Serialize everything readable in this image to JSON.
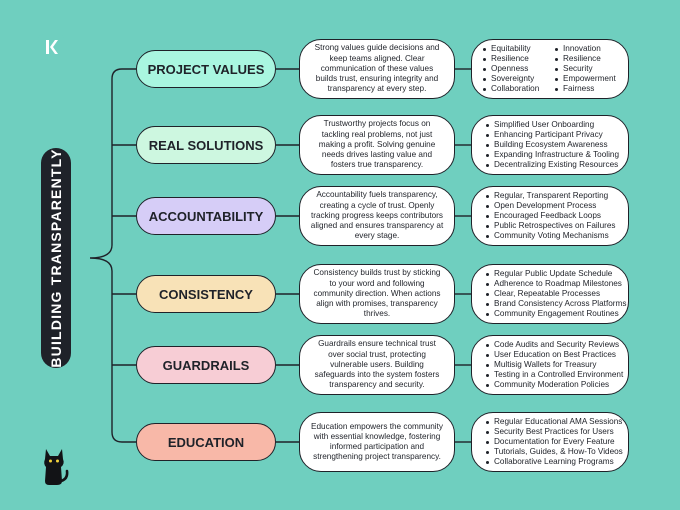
{
  "title": "BUILDING TRANSPARENTLY",
  "rows": [
    {
      "label": "PROJECT VALUES",
      "color": "#a9f6e0",
      "description": "Strong values guide decisions and keep teams aligned. Clear communication of these values builds trust, ensuring integrity and transparency at every step.",
      "items": [
        "Equitability",
        "Innovation",
        "Resilience",
        "Resilience",
        "Openness",
        "Security",
        "Sovereignty",
        "Empowerment",
        "Collaboration",
        "Fairness"
      ]
    },
    {
      "label": "REAL SOLUTIONS",
      "color": "#cdf7e0",
      "description": "Trustworthy projects focus on tackling real problems, not just making a profit. Solving genuine needs drives lasting value and fosters true transparency.",
      "items": [
        "Simplified User Onboarding",
        "Enhancing Participant Privacy",
        "Building Ecosystem Awareness",
        "Expanding Infrastructure & Tooling",
        "Decentralizing Existing Resources"
      ]
    },
    {
      "label": "ACCOUNTABILITY",
      "color": "#d6cdf7",
      "description": "Accountability fuels transparency, creating a cycle of trust. Openly tracking progress keeps contributors aligned and ensures transparency at every stage.",
      "items": [
        "Regular, Transparent Reporting",
        "Open Development Process",
        "Encouraged Feedback Loops",
        "Public Retrospectives on Failures",
        "Community Voting Mechanisms"
      ]
    },
    {
      "label": "CONSISTENCY",
      "color": "#f8e2b7",
      "description": "Consistency builds trust by sticking to your word and following community direction. When actions align with promises, transparency thrives.",
      "items": [
        "Regular Public Update Schedule",
        "Adherence to Roadmap Milestones",
        "Clear, Repeatable Processes",
        "Brand Consistency Across Platforms",
        "Community Engagement Routines"
      ]
    },
    {
      "label": "GUARDRAILS",
      "color": "#f7cdd5",
      "description": "Guardrails ensure technical trust over social trust, protecting vulnerable users. Building safeguards into the system fosters transparency and security.",
      "items": [
        "Code Audits and Security Reviews",
        "User Education on Best Practices",
        "Multisig Wallets for Treasury",
        "Testing in a Controlled Environment",
        "Community Moderation Policies"
      ]
    },
    {
      "label": "EDUCATION",
      "color": "#f8b8a8",
      "description": "Education empowers the community with essential knowledge, fostering informed participation and strengthening project transparency.",
      "items": [
        "Regular Educational AMA Sessions",
        "Security Best Practices for Users",
        "Documentation for Every Feature",
        "Tutorials, Guides, & How-To Videos",
        "Collaborative Learning Programs"
      ]
    }
  ]
}
